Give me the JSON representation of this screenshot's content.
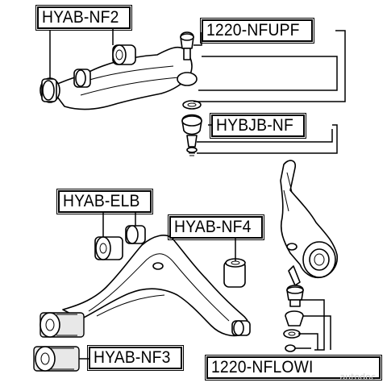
{
  "labels": {
    "hyab_nf2": "HYAB-NF2",
    "nfupf": "1220-NFUPF",
    "hybjb_nf": "HYBJB-NF",
    "hyab_elb": "HYAB-ELB",
    "hyab_nf4": "HYAB-NF4",
    "hyab_nf3": "HYAB-NF3",
    "nflowl": "1220-NFLOWI"
  },
  "watermark": "autodoc"
}
